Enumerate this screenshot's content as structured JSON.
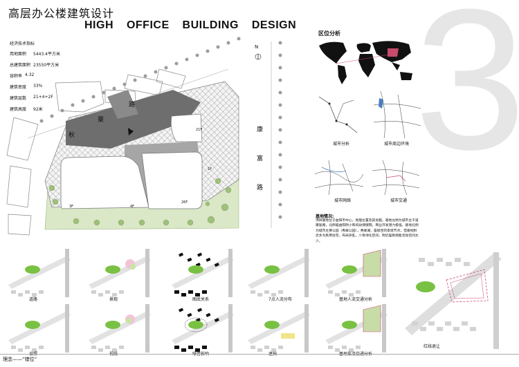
{
  "title_cn": "高层办公楼建筑设计",
  "title_en": "HIGH OFFICE BUILDING DESIGN",
  "sheet_number": "3",
  "tech": {
    "heading": "经济技术指标",
    "rows": [
      {
        "label": "用地面积",
        "value": "5443.4平方米"
      },
      {
        "label": "总建筑面积",
        "value": "23550平方米"
      },
      {
        "label": "容积率",
        "value": "4.32"
      },
      {
        "label": "建筑密度",
        "value": "33%"
      },
      {
        "label": "建筑层数",
        "value": "21+4+2F"
      },
      {
        "label": "建筑高度",
        "value": "92米"
      }
    ]
  },
  "site_plan": {
    "north": "N",
    "road_diag_chars": [
      "路",
      "栗",
      "秋"
    ],
    "road_right_chars": [
      "康",
      "富",
      "路"
    ],
    "floor_labels": [
      "3F",
      "4F",
      "26F",
      "1F",
      "21F"
    ]
  },
  "location": {
    "heading": "区位分析",
    "captions": [
      "城市分析",
      "城市周边环境",
      "城市网络",
      "城市交通"
    ]
  },
  "site_description": {
    "heading": "基地情况:",
    "text": "项目基地位于益阳市中心，地理位置及其优越。基地左侧为城市主干道康复路，北侧临益阳附小和妇幼保健院，商业开发潜力极强。基地北侧为城市主要公园（秀峰公园），秀峰湖，是极佳的景观节点，但基地附近多为民用住宅，布局杂乱，少有绿化空间，附近居民拖胎活动空间太少。"
  },
  "diagrams": {
    "row1": [
      "道路",
      "景观",
      "图底关系",
      "7点人流分布",
      "基地人流交通分析"
    ],
    "row2": [
      "日照",
      "视线",
      "噪音影响",
      "遮挡",
      "基地车流交通分析"
    ],
    "redline": "红线退让"
  },
  "footer": "理念——“错位”",
  "colors": {
    "green": "#79c142",
    "grass": "#dbe8c8",
    "hatch": "#7a7a7a"
  }
}
